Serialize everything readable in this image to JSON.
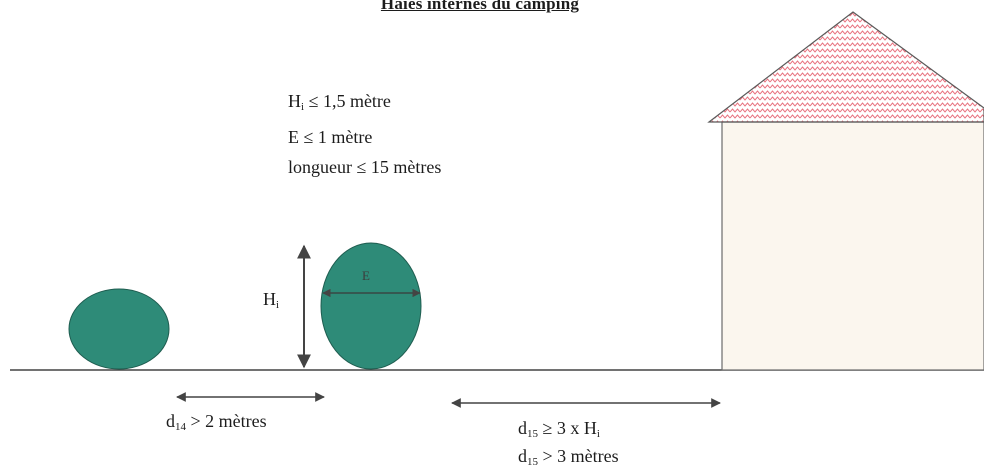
{
  "title": "Haies internes du camping",
  "rules": {
    "height_var": "H",
    "height_sub": "i",
    "height_rest": " ≤ 1,5 mètre",
    "width_rule": "E ≤ 1 mètre",
    "length_rule": "longueur ≤ 15 mètres"
  },
  "labels": {
    "height_var": "H",
    "height_sub": "i",
    "width_var": "E",
    "d14_var": "d",
    "d14_sub": "14",
    "d14_rest": " > 2 mètres",
    "d15_var": "d",
    "d15_sub": "15",
    "d15_rule1_rest_a": " ≥ 3 x H",
    "d15_rule1_sub": "i",
    "d15_rule2_rest": " > 3 mètres"
  },
  "colors": {
    "hedge_fill": "#2e8b78",
    "hedge_stroke": "#1f5d50",
    "roof_pattern": "#e8727f",
    "wall_fill": "#fbf6ee",
    "line": "#444444"
  }
}
